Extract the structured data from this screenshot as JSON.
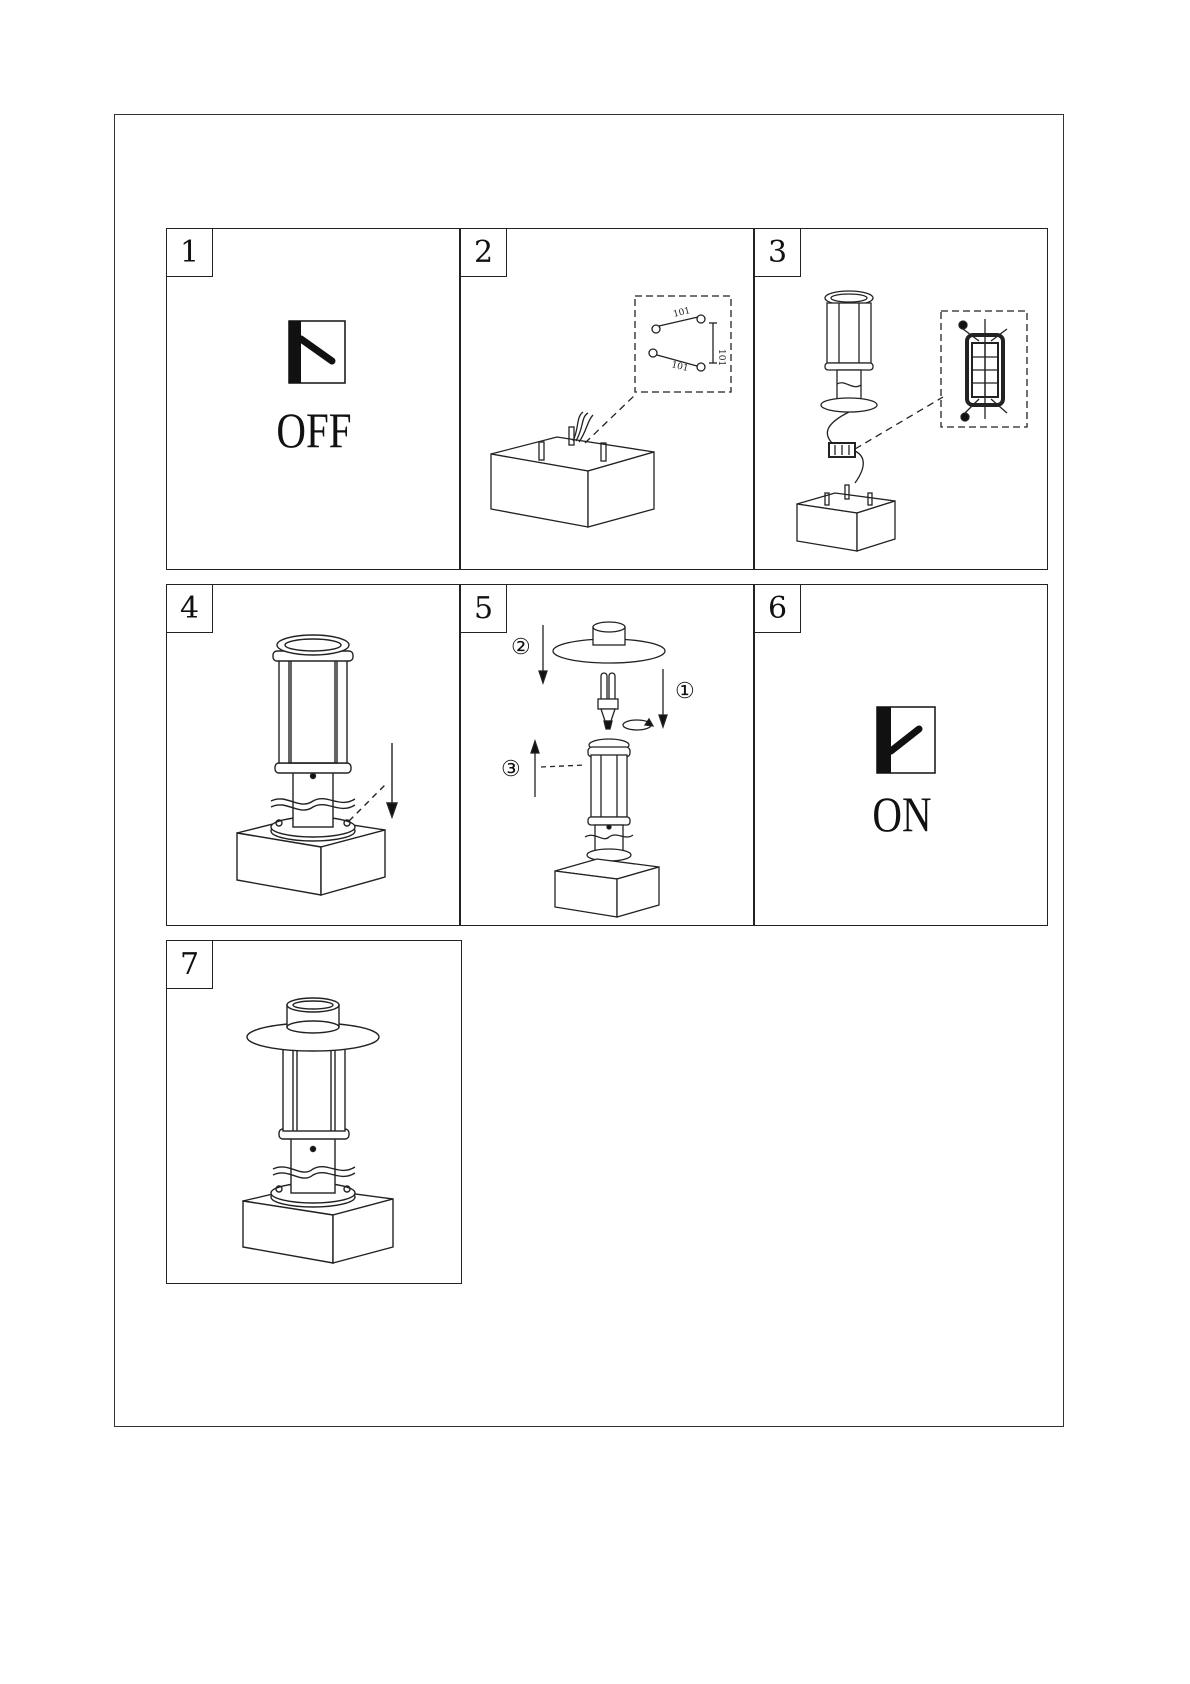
{
  "steps": [
    {
      "number": "1",
      "label": "OFF"
    },
    {
      "number": "2"
    },
    {
      "number": "3"
    },
    {
      "number": "4"
    },
    {
      "number": "5",
      "markers": [
        "①",
        "②",
        "③"
      ]
    },
    {
      "number": "6",
      "label": "ON"
    },
    {
      "number": "7"
    }
  ],
  "dimension": "101"
}
